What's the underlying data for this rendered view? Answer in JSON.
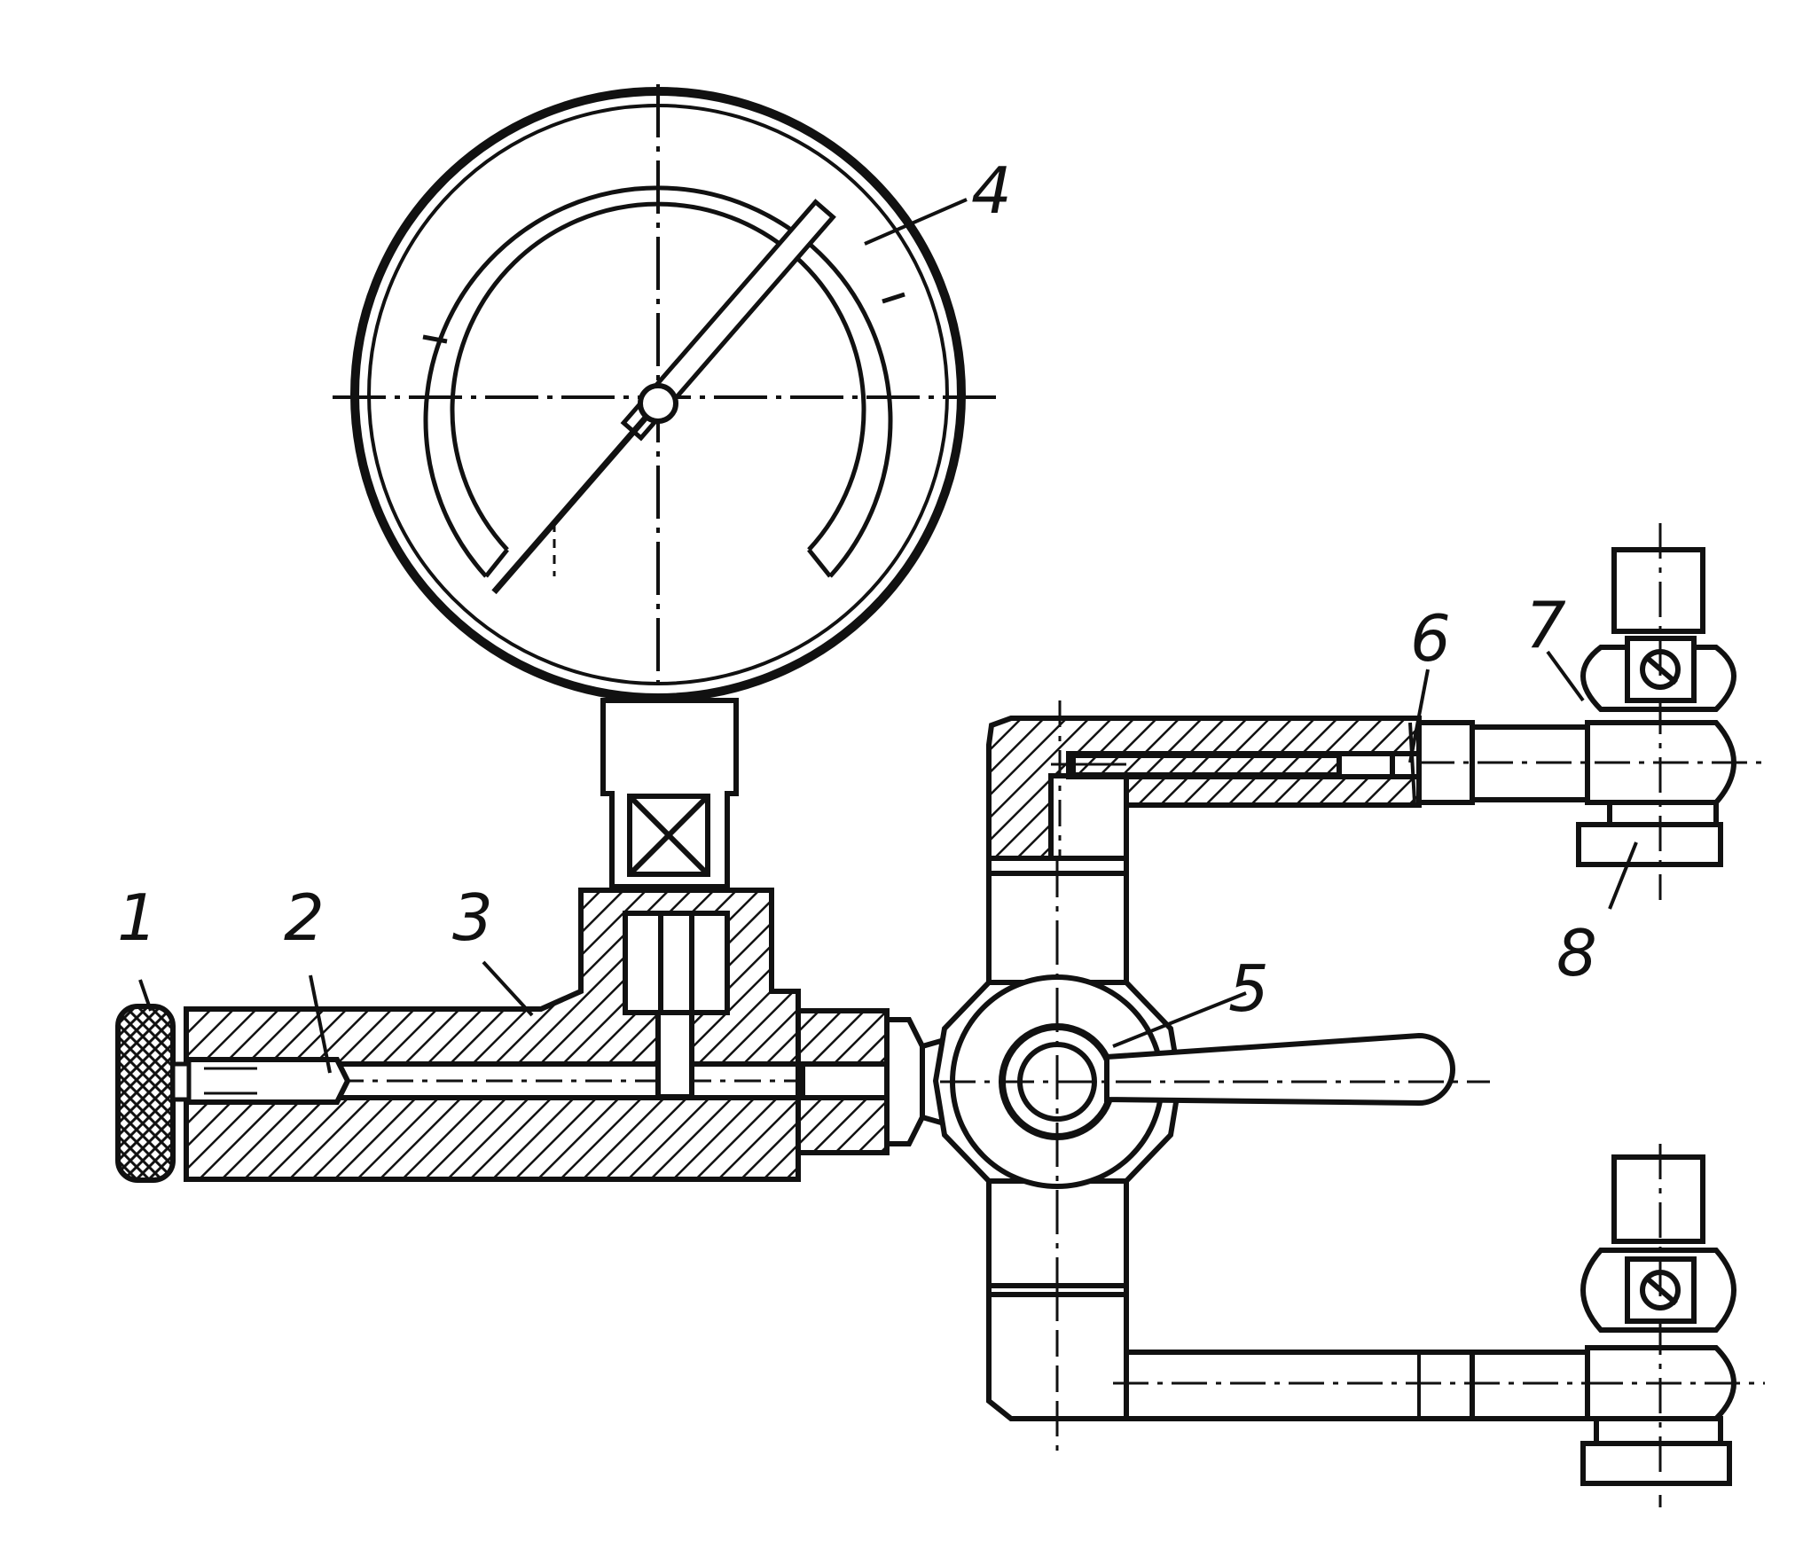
{
  "colors": {
    "ink": "#111111",
    "paper": "#ffffff"
  },
  "callouts": {
    "one": "1",
    "two": "2",
    "three": "3",
    "four": "4",
    "five": "5",
    "six": "6",
    "seven": "7",
    "eight": "8"
  }
}
